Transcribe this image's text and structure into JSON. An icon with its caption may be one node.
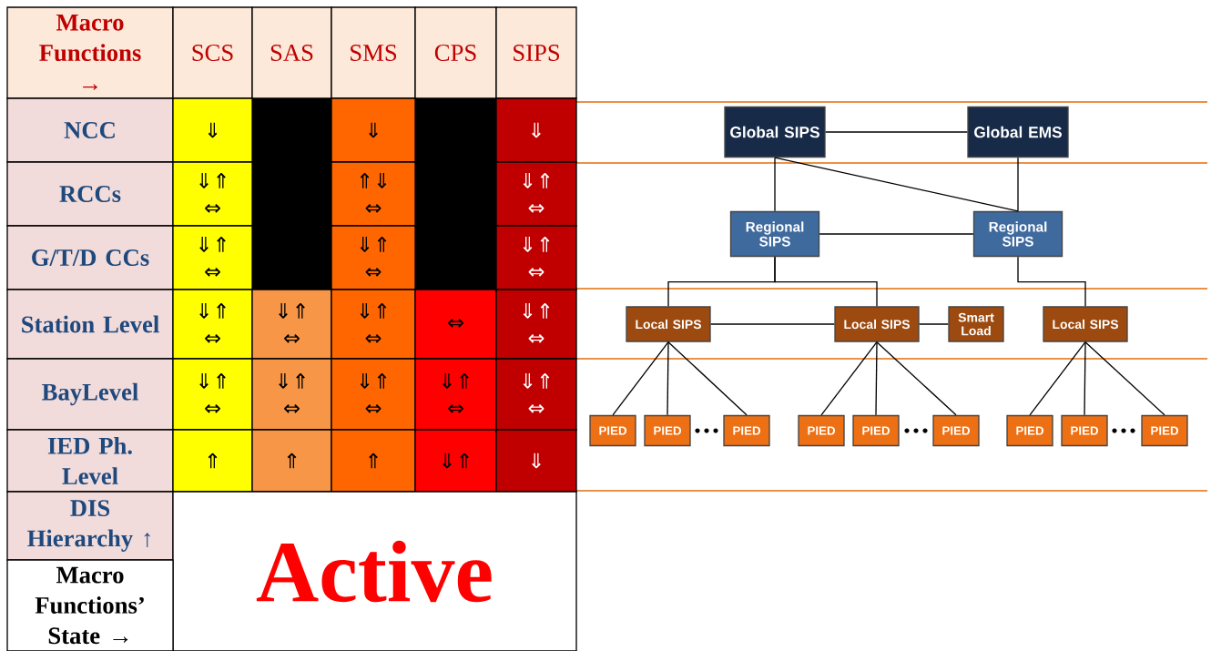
{
  "diagram": {
    "nodes": [
      {
        "text": [
          "Global SIPS"
        ]
      },
      {
        "text": [
          "Global EMS"
        ]
      },
      {
        "text": [
          "Regional SIPS"
        ]
      },
      {
        "text": [
          "Regional SIPS"
        ]
      },
      {
        "text": [
          "Local SIPS"
        ]
      },
      {
        "text": [
          "Local SIPS"
        ]
      },
      {
        "text": [
          "Smart Load"
        ]
      },
      {
        "text": [
          "Local SIPS"
        ]
      },
      {
        "text": [
          "PIED"
        ]
      },
      {
        "text": [
          "PIED"
        ]
      },
      {
        "text": [
          "PIED"
        ]
      },
      {
        "text": [
          "PIED"
        ]
      },
      {
        "text": [
          "PIED"
        ]
      },
      {
        "text": [
          "PIED"
        ]
      },
      {
        "text": [
          "PIED"
        ]
      },
      {
        "text": [
          "PIED"
        ]
      },
      {
        "text": [
          "PIED"
        ]
      }
    ],
    "edges": [
      {
        "from": 0,
        "to": 1,
        "arrow": "none"
      },
      {
        "from": 0,
        "to": 2,
        "arrow": "none"
      },
      {
        "from": 0,
        "to": 3,
        "arrow": "none"
      },
      {
        "from": 1,
        "to": 3,
        "arrow": "none"
      },
      {
        "from": 2,
        "to": 3,
        "arrow": "none"
      },
      {
        "from": 2,
        "to": 4,
        "arrow": "none"
      },
      {
        "from": 2,
        "to": 5,
        "arrow": "none"
      },
      {
        "from": 3,
        "to": 7,
        "arrow": "none"
      },
      {
        "from": 4,
        "to": 5,
        "arrow": "none"
      },
      {
        "from": 5,
        "to": 6,
        "arrow": "none"
      },
      {
        "from": 4,
        "to": 8,
        "arrow": "none"
      },
      {
        "from": 4,
        "to": 9,
        "arrow": "none"
      },
      {
        "from": 4,
        "to": 10,
        "arrow": "none"
      },
      {
        "from": 5,
        "to": 11,
        "arrow": "none"
      },
      {
        "from": 5,
        "to": 12,
        "arrow": "none"
      },
      {
        "from": 5,
        "to": 13,
        "arrow": "none"
      },
      {
        "from": 7,
        "to": 14,
        "arrow": "none"
      },
      {
        "from": 7,
        "to": 15,
        "arrow": "none"
      },
      {
        "from": 7,
        "to": 16,
        "arrow": "none"
      }
    ],
    "labels": [
      "Macro Functions →",
      "SCS",
      "SAS",
      "SMS",
      "CPS",
      "SIPS",
      "NCC",
      "⇓",
      "⇓",
      "⇓",
      "RCCs",
      "⇓⇑ ⇔",
      "⇑⇓ ⇔",
      "⇓⇑ ⇔",
      "G/T/D CCs",
      "⇓⇑ ⇔",
      "⇓⇑ ⇔",
      "⇓⇑ ⇔",
      "Station Level",
      "⇓⇑ ⇔",
      "⇓⇑ ⇔",
      "⇓⇑ ⇔",
      "⇔",
      "⇓⇑ ⇔",
      "BayLevel",
      "⇓⇑ ⇔",
      "⇓⇑ ⇔",
      "⇓⇑ ⇔",
      "⇓⇑ ⇔",
      "⇓⇑ ⇔",
      "IED Ph. Level",
      "⇑",
      "⇑",
      "⇑",
      "⇓⇑",
      "⇓",
      "DIS Hierarchy ↑",
      "Active",
      "Macro Functions’ State →"
    ]
  }
}
